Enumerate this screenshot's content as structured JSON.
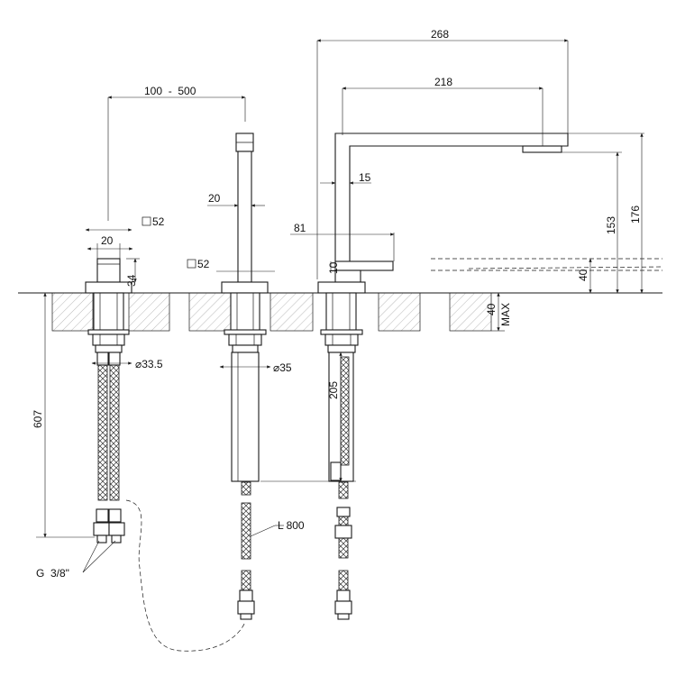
{
  "colors": {
    "line": "#1a1a1a",
    "background": "#ffffff"
  },
  "dimensions": {
    "overall_projection": "268",
    "spout_reach": "218",
    "handle_spacing": "100  -  500",
    "spout_width": "20",
    "spout_thickness": "15",
    "lever_reach": "81",
    "lever_height": "10",
    "base_left": "52",
    "base_middle": "52",
    "handle_width": "20",
    "handle_height": "34",
    "thread_diameter_left": "33.5",
    "thread_diameter_middle": "35",
    "spout_outlet_height": "153",
    "spout_top_height": "176",
    "deck_offset": "40",
    "deck_max_thickness": "40",
    "deck_max_label": "MAX",
    "shank_length": "205",
    "hose_length_left": "607",
    "hose_length_label": "L 800",
    "connection_thread": "G  3/8\""
  }
}
